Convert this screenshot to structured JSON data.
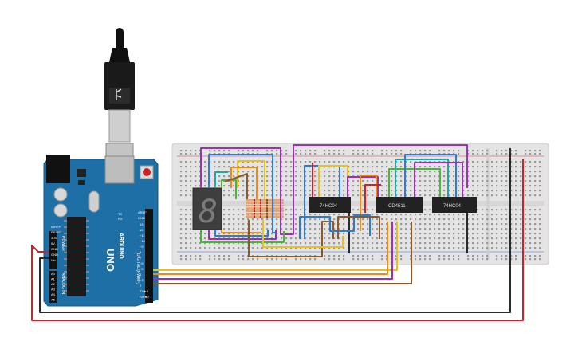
{
  "arduino": {
    "brand": "ARDUINO",
    "model": "UNO",
    "aref": "AREF",
    "gnd": "GND",
    "digital_pins": [
      "13",
      "12",
      "~11",
      "~10",
      "~9",
      "8",
      "7",
      "~6",
      "~5",
      "4",
      "~3",
      "2",
      "TX►1",
      "RX◄0"
    ],
    "digital_label": "DIGITAL (PWM~)",
    "power_pins": [
      "IOREF",
      "RESET",
      "3.3V",
      "5V",
      "GND",
      "GND",
      "Vin"
    ],
    "power_label": "POWER",
    "analog_pins": [
      "A0",
      "A1",
      "A2",
      "A3",
      "A4",
      "A5"
    ],
    "analog_label": "ANALOG IN",
    "tx": "TX",
    "rx": "RX",
    "led_l": "L",
    "on": "ON"
  },
  "chips": {
    "left": "74HC04",
    "middle": "CD4511",
    "right": "74HC04"
  },
  "display": {
    "digit": "8"
  },
  "colors": {
    "board": "#1d6fa5",
    "breadboard": "#e4e4e4",
    "wire_red": "#d0202a",
    "wire_black": "#2a2a2a",
    "wire_purple": "#9b31b3",
    "wire_blue": "#2a7cd8",
    "wire_green": "#4db43a",
    "wire_orange": "#f08a12",
    "wire_yellow": "#e8c21b",
    "wire_brown": "#8a5a2b",
    "wire_teal": "#1fa6a6"
  }
}
